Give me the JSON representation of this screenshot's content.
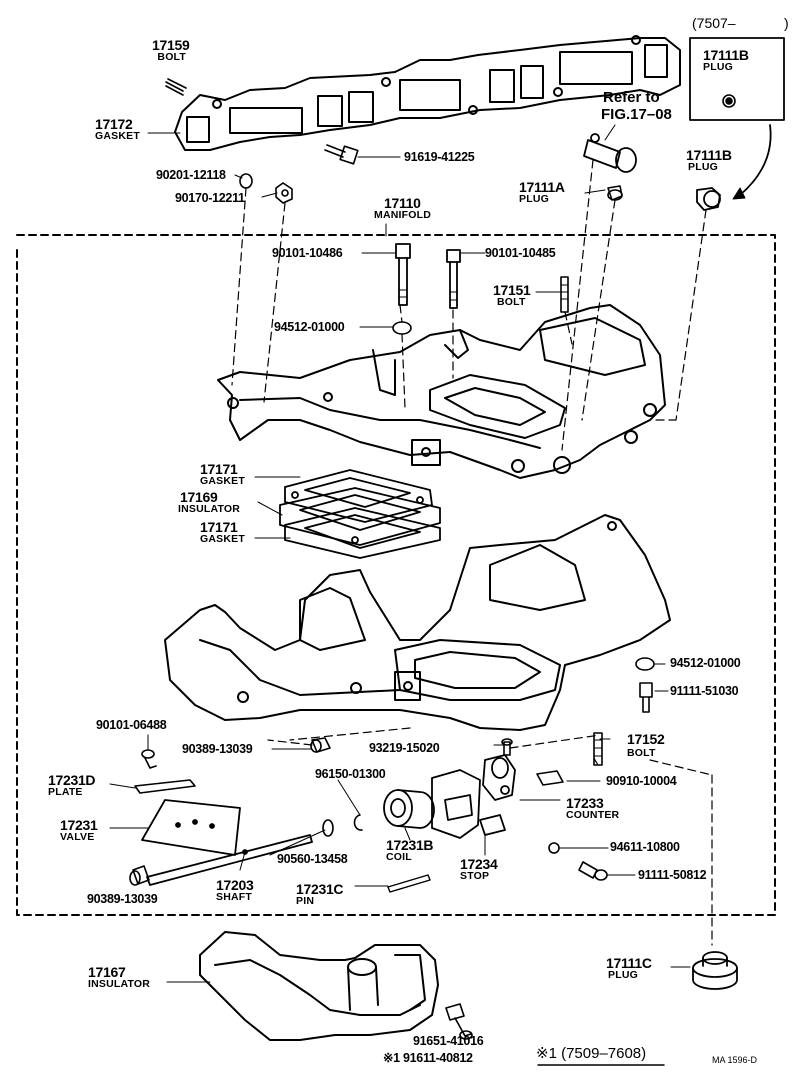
{
  "callouts": {
    "c17159": {
      "number": "17159",
      "name": "BOLT"
    },
    "c17172": {
      "number": "17172",
      "name": "GASKET"
    },
    "c17111b_top": {
      "number": "17111B",
      "name": "PLUG"
    },
    "c17111b_right": {
      "number": "17111B",
      "name": "PLUG"
    },
    "c17111a": {
      "number": "17111A",
      "name": "PLUG"
    },
    "c17110": {
      "number": "17110",
      "name": "MANIFOLD"
    },
    "c17151": {
      "number": "17151",
      "name": "BOLT"
    },
    "c17171_a": {
      "number": "17171",
      "name": "GASKET"
    },
    "c17169": {
      "number": "17169",
      "name": "INSULATOR"
    },
    "c17171_b": {
      "number": "17171",
      "name": "GASKET"
    },
    "c17152": {
      "number": "17152",
      "name": "BOLT"
    },
    "c17231d": {
      "number": "17231D",
      "name": "PLATE"
    },
    "c17231": {
      "number": "17231",
      "name": "VALVE"
    },
    "c17233": {
      "number": "17233",
      "name": "COUNTER"
    },
    "c17231b": {
      "number": "17231B",
      "name": "COIL"
    },
    "c17234": {
      "number": "17234",
      "name": "STOP"
    },
    "c17203": {
      "number": "17203",
      "name": "SHAFT"
    },
    "c17231c": {
      "number": "17231C",
      "name": "PIN"
    },
    "c17167": {
      "number": "17167",
      "name": "INSULATOR"
    },
    "c17111c": {
      "number": "17111C",
      "name": "PLUG"
    }
  },
  "part_numbers": {
    "p91619_41225": "91619-41225",
    "p90201_12118": "90201-12118",
    "p90170_12211": "90170-12211",
    "p90101_10486": "90101-10486",
    "p90101_10485": "90101-10485",
    "p94512_01000_top": "94512-01000",
    "p94512_01000_right": "94512-01000",
    "p91111_51030": "91111-51030",
    "p90101_06488": "90101-06488",
    "p90389_13039_a": "90389-13039",
    "p93219_15020": "93219-15020",
    "p96150_01300": "96150-01300",
    "p90910_10004": "90910-10004",
    "p90560_13458": "90560-13458",
    "p94611_10800": "94611-10800",
    "p91111_50812": "91111-50812",
    "p90389_13039_b": "90389-13039",
    "p91651_41016": "91651-41016",
    "p91611_40812": "※1  91611-40812"
  },
  "notes": {
    "date_range_top": "(7507–",
    "date_close": ")",
    "refer_to": "Refer to",
    "fig_ref": "FIG.17–08",
    "footnote": "※1 (7509–7608)",
    "diagram_code": "MA  1596-D"
  }
}
